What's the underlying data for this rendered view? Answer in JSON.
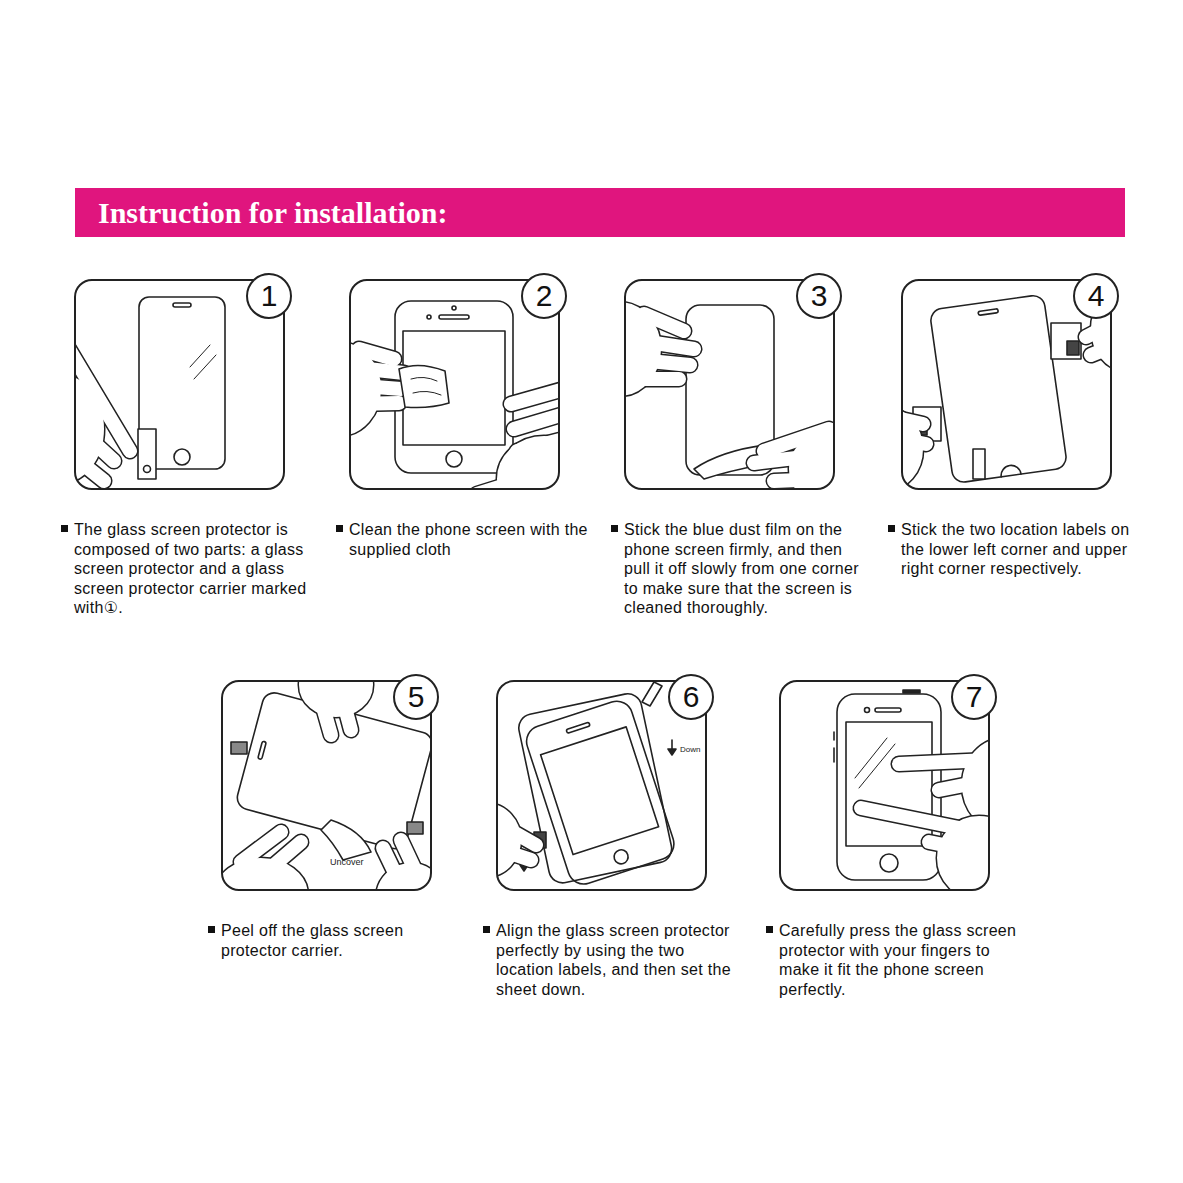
{
  "diagram": {
    "title": "Instruction for installation:",
    "nodes": [
      {
        "text": [
          "The glass screen protector is composed of two parts: a glass screen protector and a glass screen protector carrier marked with①."
        ]
      },
      {
        "text": [
          "1"
        ],
        "in": 0
      },
      {
        "text": [
          "Clean the phone screen with the supplied cloth"
        ]
      },
      {
        "text": [
          "2"
        ],
        "in": 2
      },
      {
        "text": [
          "Stick the blue dust film on the phone screen firmly, and then pull it off slowly from one corner to make sure that the screen is cleaned thoroughly."
        ]
      },
      {
        "text": [
          "3"
        ],
        "in": 4
      },
      {
        "text": [
          "Stick the two location labels on the lower left corner and upper right corner respectively."
        ]
      },
      {
        "text": [
          "4"
        ],
        "in": 6
      },
      {
        "text": [
          "Peel off the glass screen protector carrier."
        ]
      },
      {
        "text": [
          "5"
        ],
        "in": 8
      },
      {
        "text": [
          "Align the glass screen protector perfectly by using the two location labels, and then set the sheet down."
        ]
      },
      {
        "text": [
          "6"
        ],
        "in": 10
      },
      {
        "text": [
          "Carefully press the glass screen protector with your fingers to make it fit the phone screen perfectly."
        ]
      },
      {
        "text": [
          "7"
        ],
        "in": 12
      }
    ],
    "labels": [
      "Uncover",
      "Down"
    ]
  }
}
